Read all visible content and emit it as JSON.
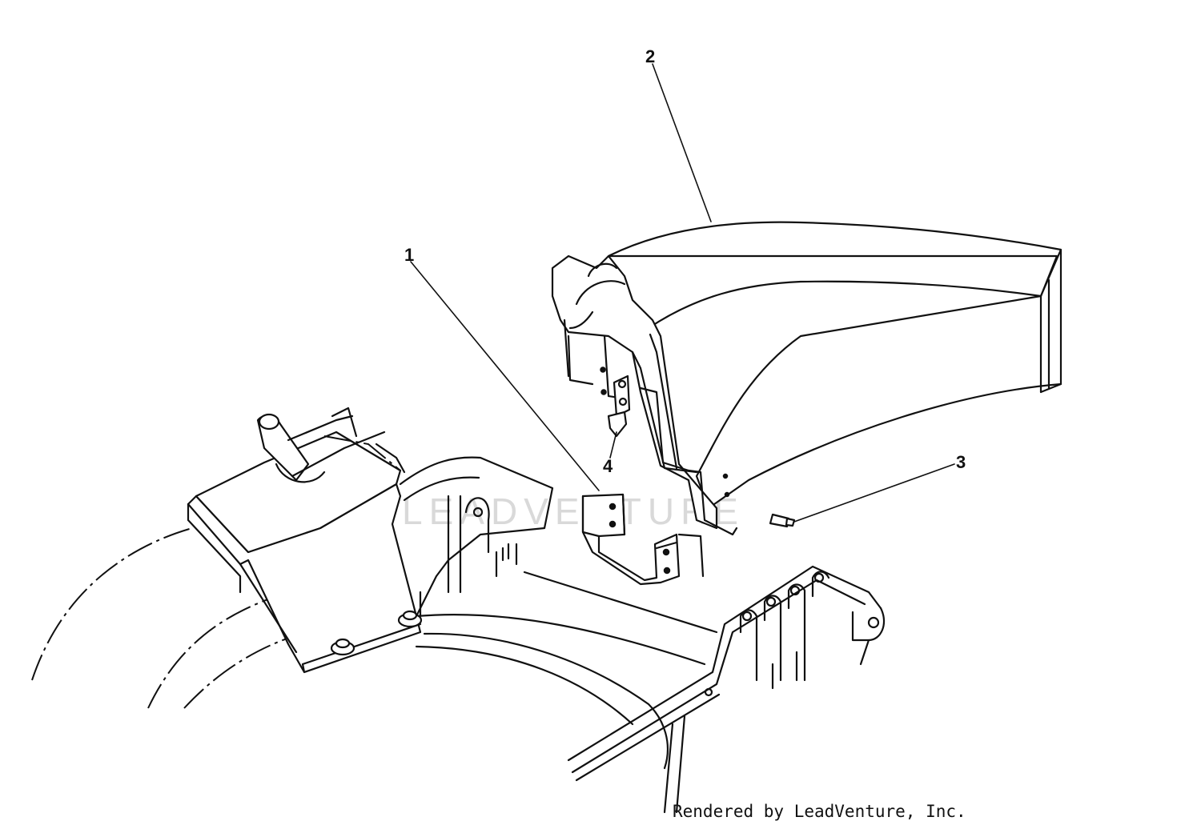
{
  "diagram": {
    "callouts": [
      {
        "id": "1",
        "label": "1"
      },
      {
        "id": "2",
        "label": "2"
      },
      {
        "id": "3",
        "label": "3"
      },
      {
        "id": "4",
        "label": "4"
      }
    ],
    "watermark": "LEADVENTURE",
    "credit": "Rendered by LeadVenture, Inc."
  }
}
